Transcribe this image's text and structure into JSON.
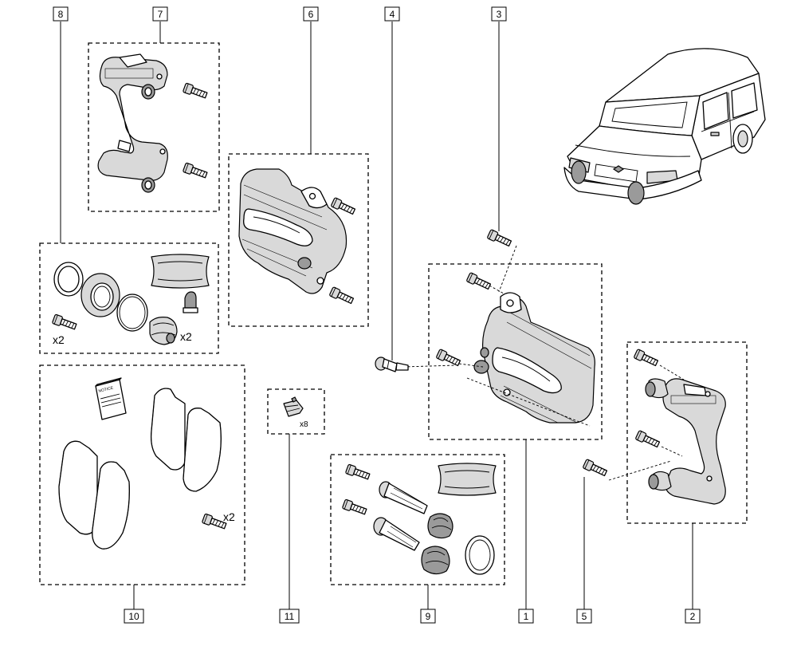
{
  "callouts": [
    {
      "id": "1",
      "label": "1"
    },
    {
      "id": "2",
      "label": "2"
    },
    {
      "id": "3",
      "label": "3"
    },
    {
      "id": "4",
      "label": "4"
    },
    {
      "id": "5",
      "label": "5"
    },
    {
      "id": "6",
      "label": "6"
    },
    {
      "id": "7",
      "label": "7"
    },
    {
      "id": "8",
      "label": "8"
    },
    {
      "id": "9",
      "label": "9"
    },
    {
      "id": "10",
      "label": "10"
    },
    {
      "id": "11",
      "label": "11"
    }
  ],
  "quantities": {
    "seal_bolts": "x2",
    "seal_boots": "x2",
    "pad_bolts": "x2",
    "clips": "x8"
  },
  "booklet_text": "NOTICE",
  "icons": [
    "van-icon",
    "caliper-icon",
    "bracket-icon",
    "bolt-icon",
    "bleed-screw-icon",
    "seal-kit-icon",
    "pad-set-icon",
    "guide-pin-kit-icon",
    "clip-icon",
    "grease-sachet-icon"
  ],
  "colors": {
    "line": "#000000",
    "shade": "#d9d9d9",
    "background": "#ffffff"
  }
}
